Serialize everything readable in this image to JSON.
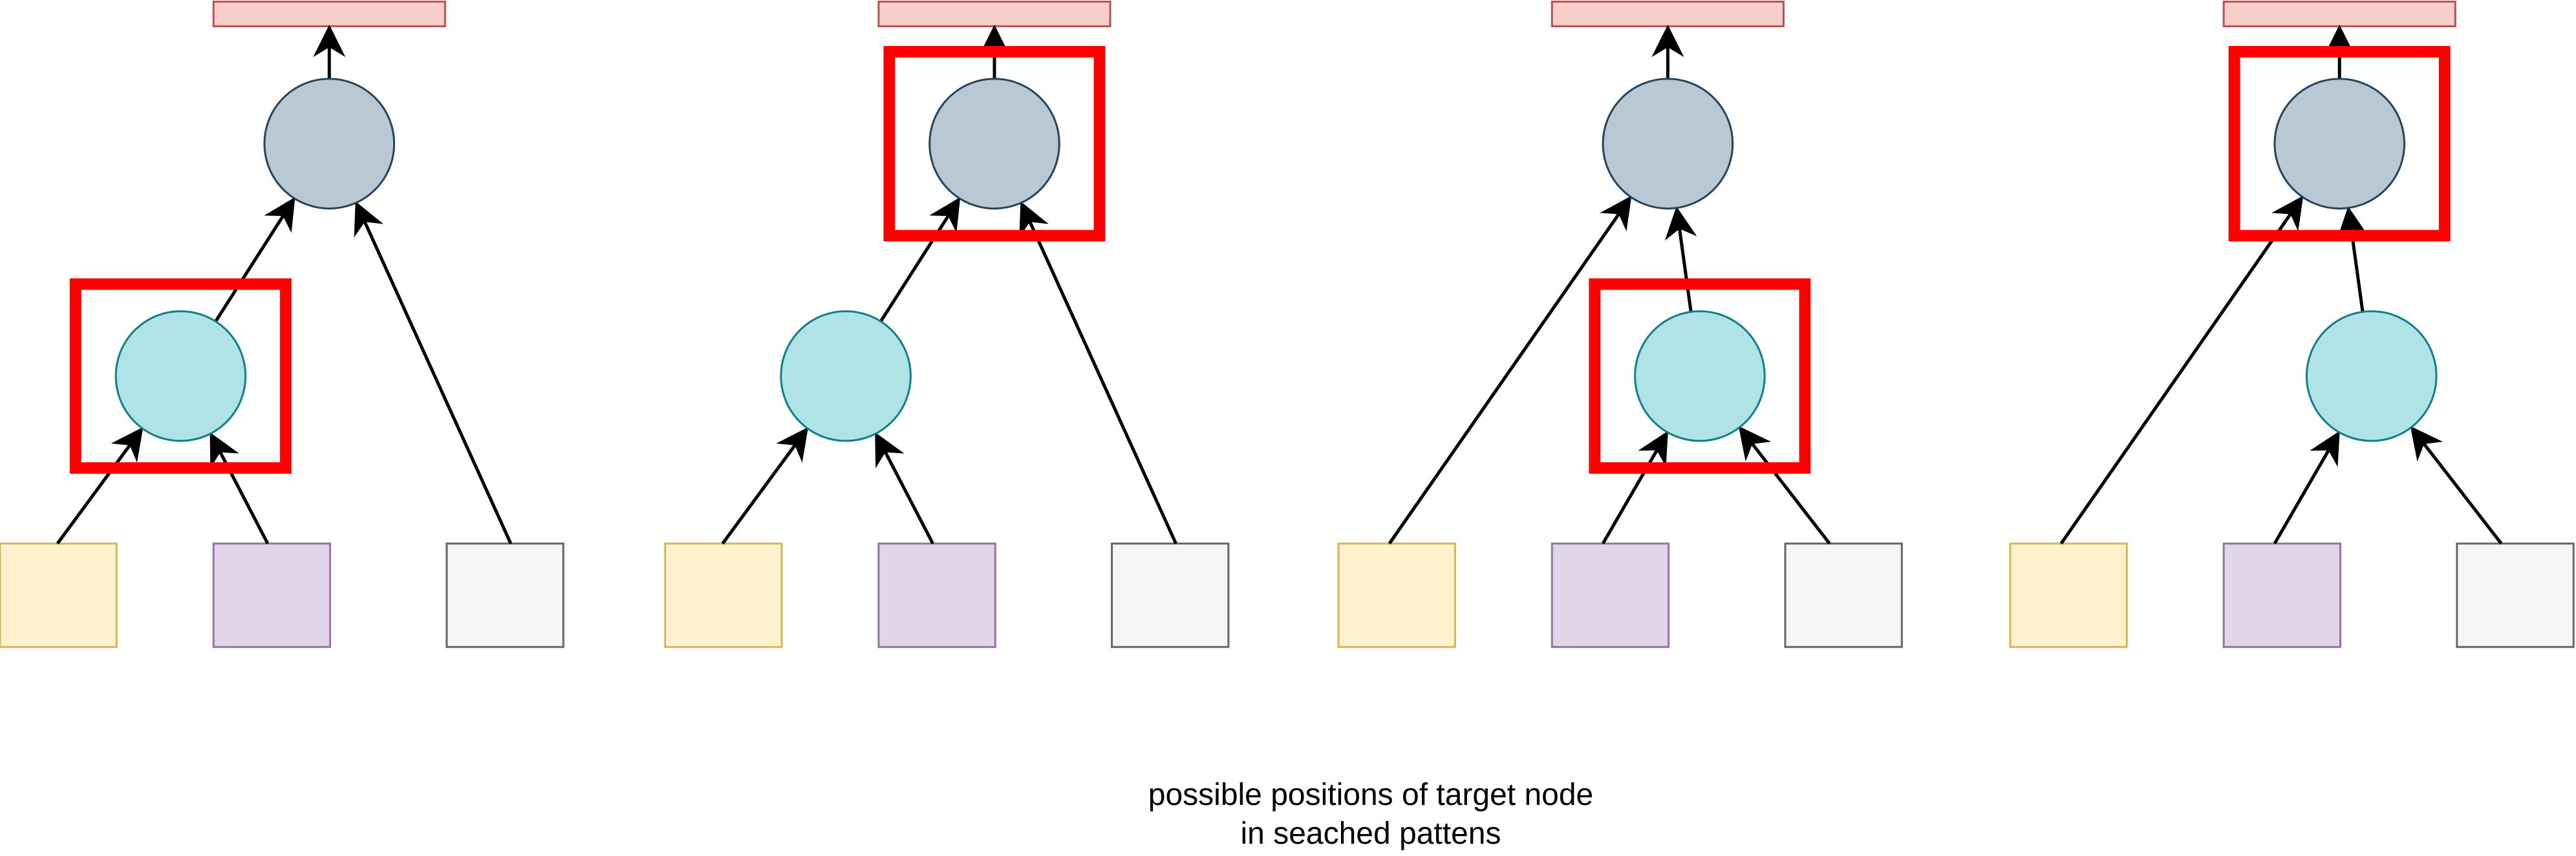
{
  "caption": {
    "line1": "possible positions of target node",
    "line2": "in seached pattens"
  },
  "colors": {
    "output_fill": "#f8cecc",
    "output_stroke": "#b85450",
    "top_node_fill": "#bac8d3",
    "top_node_stroke": "#23445d",
    "mid_node_fill": "#b0e3e6",
    "mid_node_stroke": "#0e8088",
    "leaf_a_fill": "#fff2cc",
    "leaf_a_stroke": "#d6b656",
    "leaf_b_fill": "#e1d5e7",
    "leaf_b_stroke": "#9673a6",
    "leaf_c_fill": "#f5f5f5",
    "leaf_c_stroke": "#666666",
    "highlight": "#ff0000",
    "edge": "#000000"
  },
  "patterns": [
    {
      "mid_position": "left",
      "highlighted_node": "mid"
    },
    {
      "mid_position": "left",
      "highlighted_node": "top"
    },
    {
      "mid_position": "right",
      "highlighted_node": "mid"
    },
    {
      "mid_position": "right",
      "highlighted_node": "top"
    }
  ]
}
